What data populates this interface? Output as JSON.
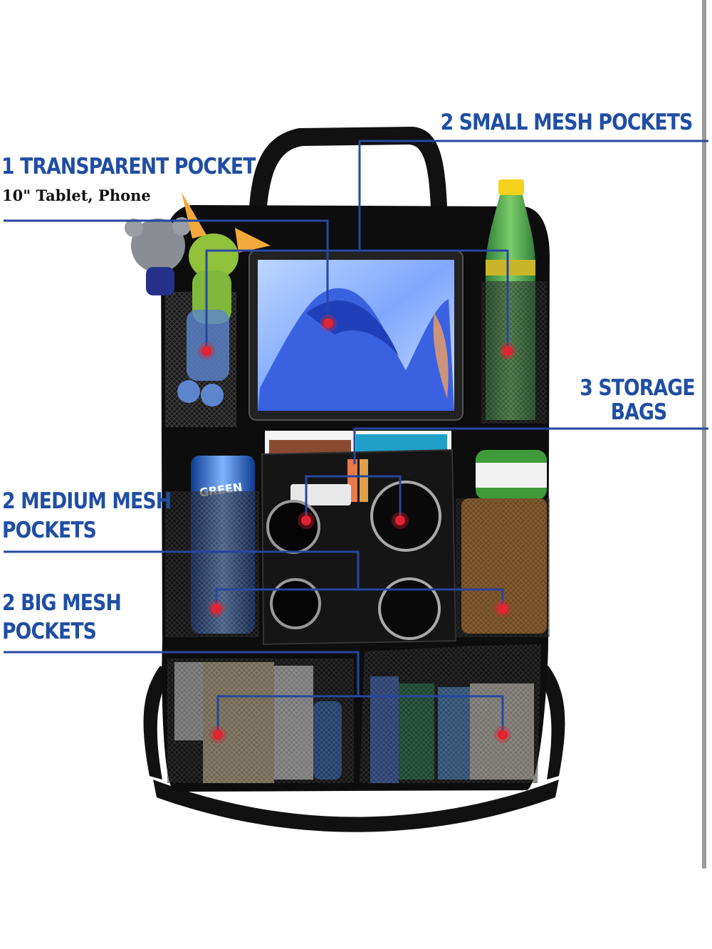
{
  "labels": {
    "small_mesh": "2 SMALL MESH POCKETS",
    "transparent": "1 TRANSPARENT POCKET",
    "transparent_sub": "10\" Tablet, Phone",
    "storage_line1": "3 STORAGE",
    "storage_line2": "BAGS",
    "medium_line1": "2 MEDIUM MESH",
    "medium_line2": "POCKETS",
    "big_line1": "2 BIG MESH",
    "big_line2": "POCKETS"
  },
  "product_print": {
    "can_label": "GREEN"
  },
  "colors": {
    "callout_text": "#1f4ea3",
    "callout_line": "#2747a0",
    "marker": "#e02431",
    "organizer": "#0d0d0d",
    "tablet_screen": "#3a62e0"
  }
}
